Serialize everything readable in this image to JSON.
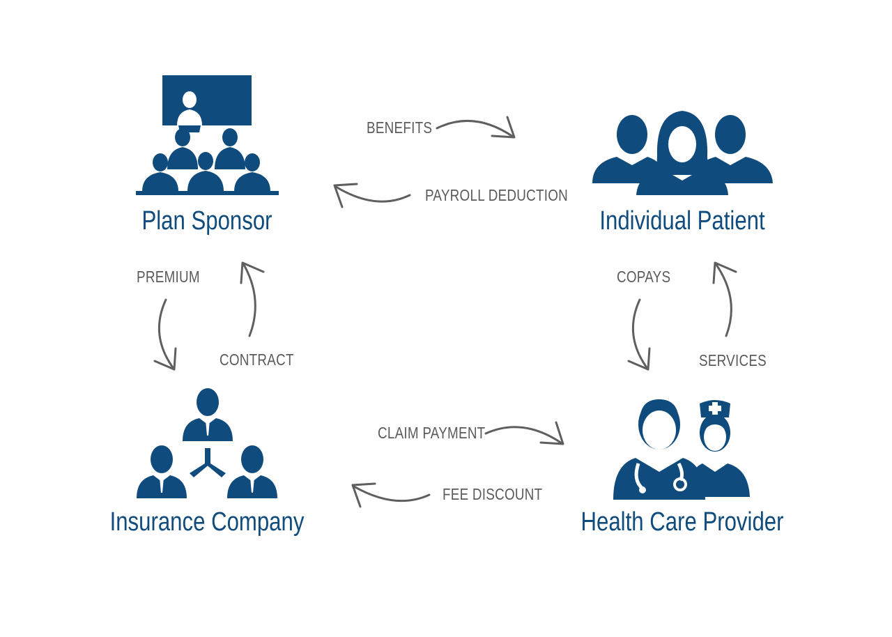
{
  "colors": {
    "entity": "#0f4c7d",
    "flow_text": "#5a5a5a",
    "arrow": "#5f5f5f",
    "background": "#ffffff"
  },
  "entities": {
    "plan_sponsor": {
      "label": "Plan Sponsor",
      "icon": "presentation-audience-icon"
    },
    "individual_patient": {
      "label": "Individual Patient",
      "icon": "patient-group-icon"
    },
    "insurance_company": {
      "label": "Insurance Company",
      "icon": "org-network-icon"
    },
    "health_care_provider": {
      "label": "Health Care Provider",
      "icon": "doctor-nurse-icon"
    }
  },
  "flows": {
    "benefits": "BENEFITS",
    "payroll_deduction": "PAYROLL DEDUCTION",
    "premium": "PREMIUM",
    "contract": "CONTRACT",
    "copays": "COPAYS",
    "services": "SERVICES",
    "claim_payment": "CLAIM PAYMENT",
    "fee_discount": "FEE DISCOUNT"
  }
}
